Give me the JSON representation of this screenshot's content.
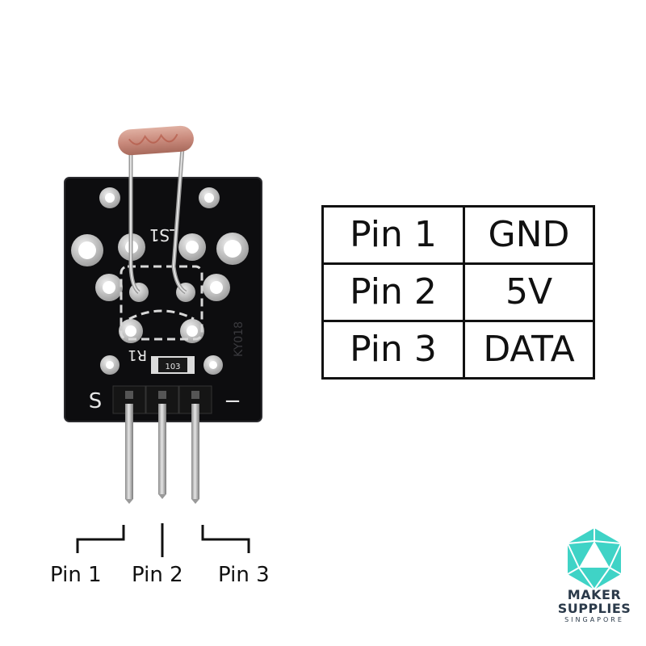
{
  "pinout_table": {
    "rows": [
      {
        "pin": "Pin 1",
        "value": "GND"
      },
      {
        "pin": "Pin 2",
        "value": "5V"
      },
      {
        "pin": "Pin 3",
        "value": "DATA"
      }
    ]
  },
  "pin_labels": [
    "Pin 1",
    "Pin 2",
    "Pin 3"
  ],
  "board": {
    "silkscreen_s": "S",
    "silkscreen_minus": "−",
    "silkscreen_ldr": "LS1",
    "silkscreen_r1": "R1",
    "resistor_code": "103",
    "silkscreen_model": "KY018"
  },
  "logo": {
    "line1": "MAKER",
    "line2": "SUPPLIES",
    "line3": "SINGAPORE",
    "icon": "d20-dice-icon"
  },
  "colors": {
    "board": "#0d0d0f",
    "pad": "#c9c9c9",
    "pin_metal": "#b8b8b8",
    "header_plastic": "#151515",
    "ldr_body": "#c98a7c",
    "logo_accent": "#3fd3c6",
    "logo_text": "#2b3a4a",
    "text": "#111111"
  }
}
